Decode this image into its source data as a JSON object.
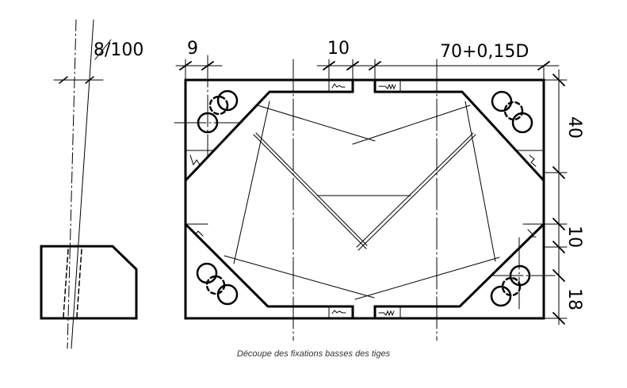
{
  "dimensions": {
    "slope": "8/100",
    "margin": "9",
    "slot": "10",
    "width": "70+0,15D",
    "height_top": "40",
    "height_mid": "10",
    "height_bottom": "18"
  },
  "caption": "Découpe des fixations basses des tiges"
}
